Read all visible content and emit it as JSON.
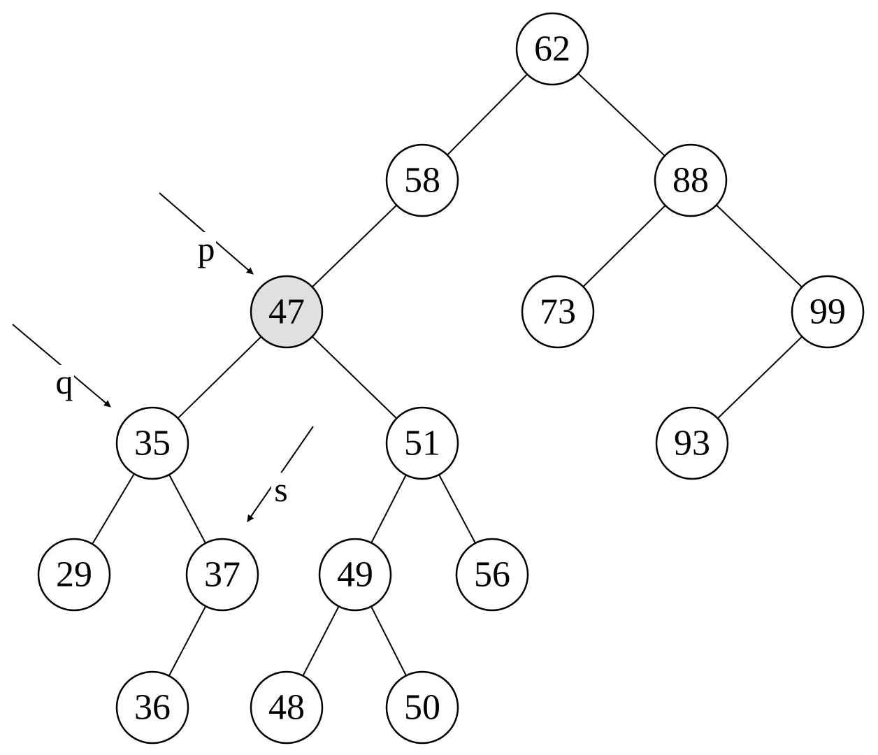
{
  "tree": {
    "highlight_color": "#e0e0e0",
    "node_color": "#ffffff",
    "nodes": [
      {
        "id": "n62",
        "label": "62",
        "highlighted": false
      },
      {
        "id": "n58",
        "label": "58",
        "highlighted": false
      },
      {
        "id": "n88",
        "label": "88",
        "highlighted": false
      },
      {
        "id": "n47",
        "label": "47",
        "highlighted": true
      },
      {
        "id": "n73",
        "label": "73",
        "highlighted": false
      },
      {
        "id": "n99",
        "label": "99",
        "highlighted": false
      },
      {
        "id": "n35",
        "label": "35",
        "highlighted": false
      },
      {
        "id": "n51",
        "label": "51",
        "highlighted": false
      },
      {
        "id": "n93",
        "label": "93",
        "highlighted": false
      },
      {
        "id": "n29",
        "label": "29",
        "highlighted": false
      },
      {
        "id": "n37",
        "label": "37",
        "highlighted": false
      },
      {
        "id": "n49",
        "label": "49",
        "highlighted": false
      },
      {
        "id": "n56",
        "label": "56",
        "highlighted": false
      },
      {
        "id": "n36",
        "label": "36",
        "highlighted": false
      },
      {
        "id": "n48",
        "label": "48",
        "highlighted": false
      },
      {
        "id": "n50",
        "label": "50",
        "highlighted": false
      }
    ],
    "edges": [
      [
        "n62",
        "n58"
      ],
      [
        "n62",
        "n88"
      ],
      [
        "n58",
        "n47"
      ],
      [
        "n88",
        "n73"
      ],
      [
        "n88",
        "n99"
      ],
      [
        "n47",
        "n35"
      ],
      [
        "n47",
        "n51"
      ],
      [
        "n99",
        "n93"
      ],
      [
        "n35",
        "n29"
      ],
      [
        "n35",
        "n37"
      ],
      [
        "n51",
        "n49"
      ],
      [
        "n51",
        "n56"
      ],
      [
        "n37",
        "n36"
      ],
      [
        "n49",
        "n48"
      ],
      [
        "n49",
        "n50"
      ]
    ],
    "pointers": [
      {
        "id": "p",
        "label": "p",
        "target": "n47"
      },
      {
        "id": "q",
        "label": "q",
        "target": "n35"
      },
      {
        "id": "s",
        "label": "s",
        "target": "n37"
      }
    ]
  }
}
